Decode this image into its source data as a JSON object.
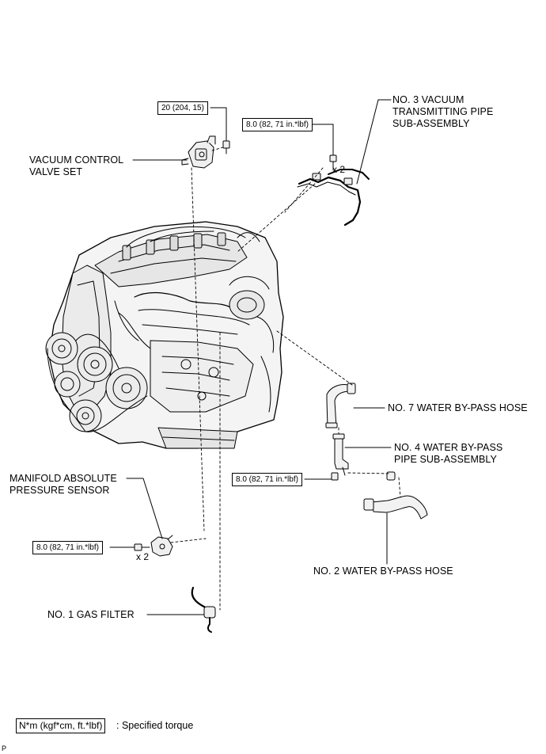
{
  "labels": {
    "vacuum_control_valve": [
      "VACUUM CONTROL",
      "VALVE SET"
    ],
    "no3_pipe": [
      "NO. 3 VACUUM",
      "TRANSMITTING PIPE",
      "SUB-ASSEMBLY"
    ],
    "no7_hose": "NO. 7 WATER BY-PASS HOSE",
    "no4_pipe": [
      "NO. 4 WATER BY-PASS",
      "PIPE SUB-ASSEMBLY"
    ],
    "map_sensor": [
      "MANIFOLD ABSOLUTE",
      "PRESSURE SENSOR"
    ],
    "no2_hose": "NO. 2 WATER BY-PASS HOSE",
    "no1_gas_filter": "NO. 1 GAS FILTER"
  },
  "torques": {
    "valve_set": "20 (204, 15)",
    "no3_pipe_bolt": "8.0 (82, 71 in.*lbf)",
    "no4_pipe_bolt": "8.0 (82, 71 in.*lbf)",
    "map_sensor_bolt": "8.0 (82, 71 in.*lbf)"
  },
  "quantities": {
    "no3_pipe_bolt": "x 2",
    "map_sensor_bolt": "x 2"
  },
  "legend": {
    "box_text": "N*m (kgf*cm, ft.*lbf)",
    "description": ": Specified torque"
  },
  "corner_mark": "P"
}
